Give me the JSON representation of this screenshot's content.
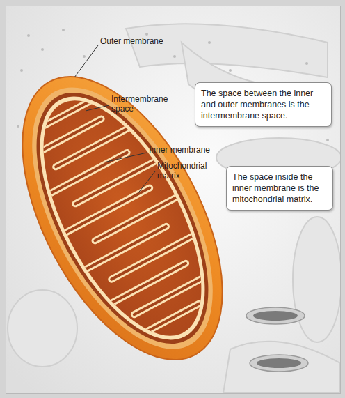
{
  "diagram": {
    "nodes": [
      {
        "text": [
          "The space between the inner and outer membranes is the intermembrane space."
        ]
      },
      {
        "text": [
          "The space inside the inner membrane is the mitochondrial matrix."
        ]
      }
    ],
    "labels": [
      "Outer membrane",
      "Intermembrane space",
      "Inner membrane",
      "Mitochondrial matrix"
    ]
  }
}
